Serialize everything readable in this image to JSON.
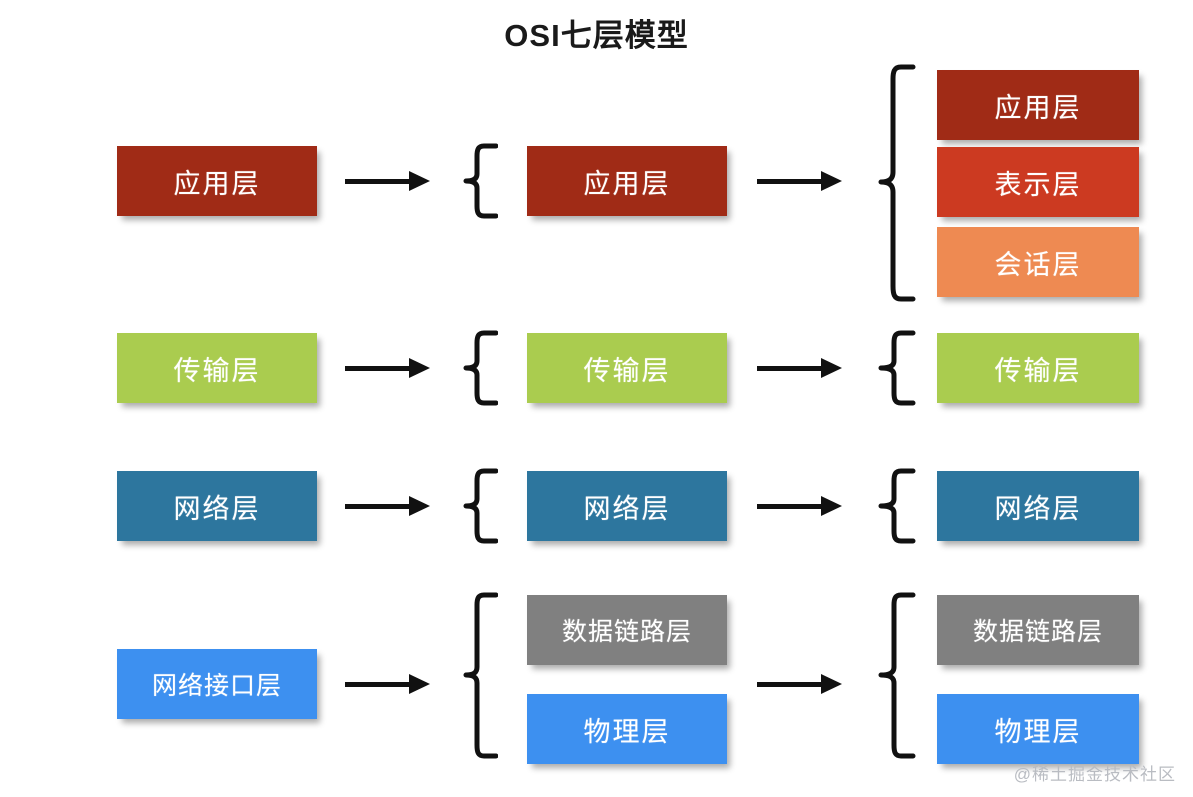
{
  "diagram": {
    "title": "OSI七层模型",
    "watermark": "@稀土掘金技术社区",
    "colors": {
      "application": "#A02B16",
      "presentation": "#CC3A21",
      "session": "#EE8A52",
      "transport": "#AACC4F",
      "network": "#2D769E",
      "datalink": "#808080",
      "physical": "#3D90F0",
      "network_interface": "#3D90F0",
      "arrow": "#111111",
      "brace": "#111111",
      "title_text": "#1a1a1a",
      "box_text": "#ffffff",
      "watermark_text": "#b9bcc2",
      "background": "#ffffff"
    },
    "columns": [
      {
        "name": "tcpip-four-layer",
        "groups": [
          {
            "name": "application-group",
            "boxes": [
              {
                "label": "应用层",
                "color_key": "application"
              }
            ]
          },
          {
            "name": "transport-group",
            "boxes": [
              {
                "label": "传输层",
                "color_key": "transport"
              }
            ]
          },
          {
            "name": "network-group",
            "boxes": [
              {
                "label": "网络层",
                "color_key": "network"
              }
            ]
          },
          {
            "name": "network-interface-group",
            "boxes": [
              {
                "label": "网络接口层",
                "color_key": "network_interface"
              }
            ]
          }
        ]
      },
      {
        "name": "tcpip-five-layer",
        "groups": [
          {
            "name": "application-group",
            "boxes": [
              {
                "label": "应用层",
                "color_key": "application"
              }
            ]
          },
          {
            "name": "transport-group",
            "boxes": [
              {
                "label": "传输层",
                "color_key": "transport"
              }
            ]
          },
          {
            "name": "network-group",
            "boxes": [
              {
                "label": "网络层",
                "color_key": "network"
              }
            ]
          },
          {
            "name": "link-physical-group",
            "boxes": [
              {
                "label": "数据链路层",
                "color_key": "datalink"
              },
              {
                "label": "物理层",
                "color_key": "physical"
              }
            ]
          }
        ]
      },
      {
        "name": "osi-seven-layer",
        "groups": [
          {
            "name": "application-group",
            "boxes": [
              {
                "label": "应用层",
                "color_key": "application"
              },
              {
                "label": "表示层",
                "color_key": "presentation"
              },
              {
                "label": "会话层",
                "color_key": "session"
              }
            ]
          },
          {
            "name": "transport-group",
            "boxes": [
              {
                "label": "传输层",
                "color_key": "transport"
              }
            ]
          },
          {
            "name": "network-group",
            "boxes": [
              {
                "label": "网络层",
                "color_key": "network"
              }
            ]
          },
          {
            "name": "link-physical-group",
            "boxes": [
              {
                "label": "数据链路层",
                "color_key": "datalink"
              },
              {
                "label": "物理层",
                "color_key": "physical"
              }
            ]
          }
        ]
      }
    ],
    "boxes": {
      "c1_application": "应用层",
      "c1_transport": "传输层",
      "c1_network": "网络层",
      "c1_netif": "网络接口层",
      "c2_application": "应用层",
      "c2_transport": "传输层",
      "c2_network": "网络层",
      "c2_datalink": "数据链路层",
      "c2_physical": "物理层",
      "c3_application": "应用层",
      "c3_presentation": "表示层",
      "c3_session": "会话层",
      "c3_transport": "传输层",
      "c3_network": "网络层",
      "c3_datalink": "数据链路层",
      "c3_physical": "物理层"
    }
  }
}
